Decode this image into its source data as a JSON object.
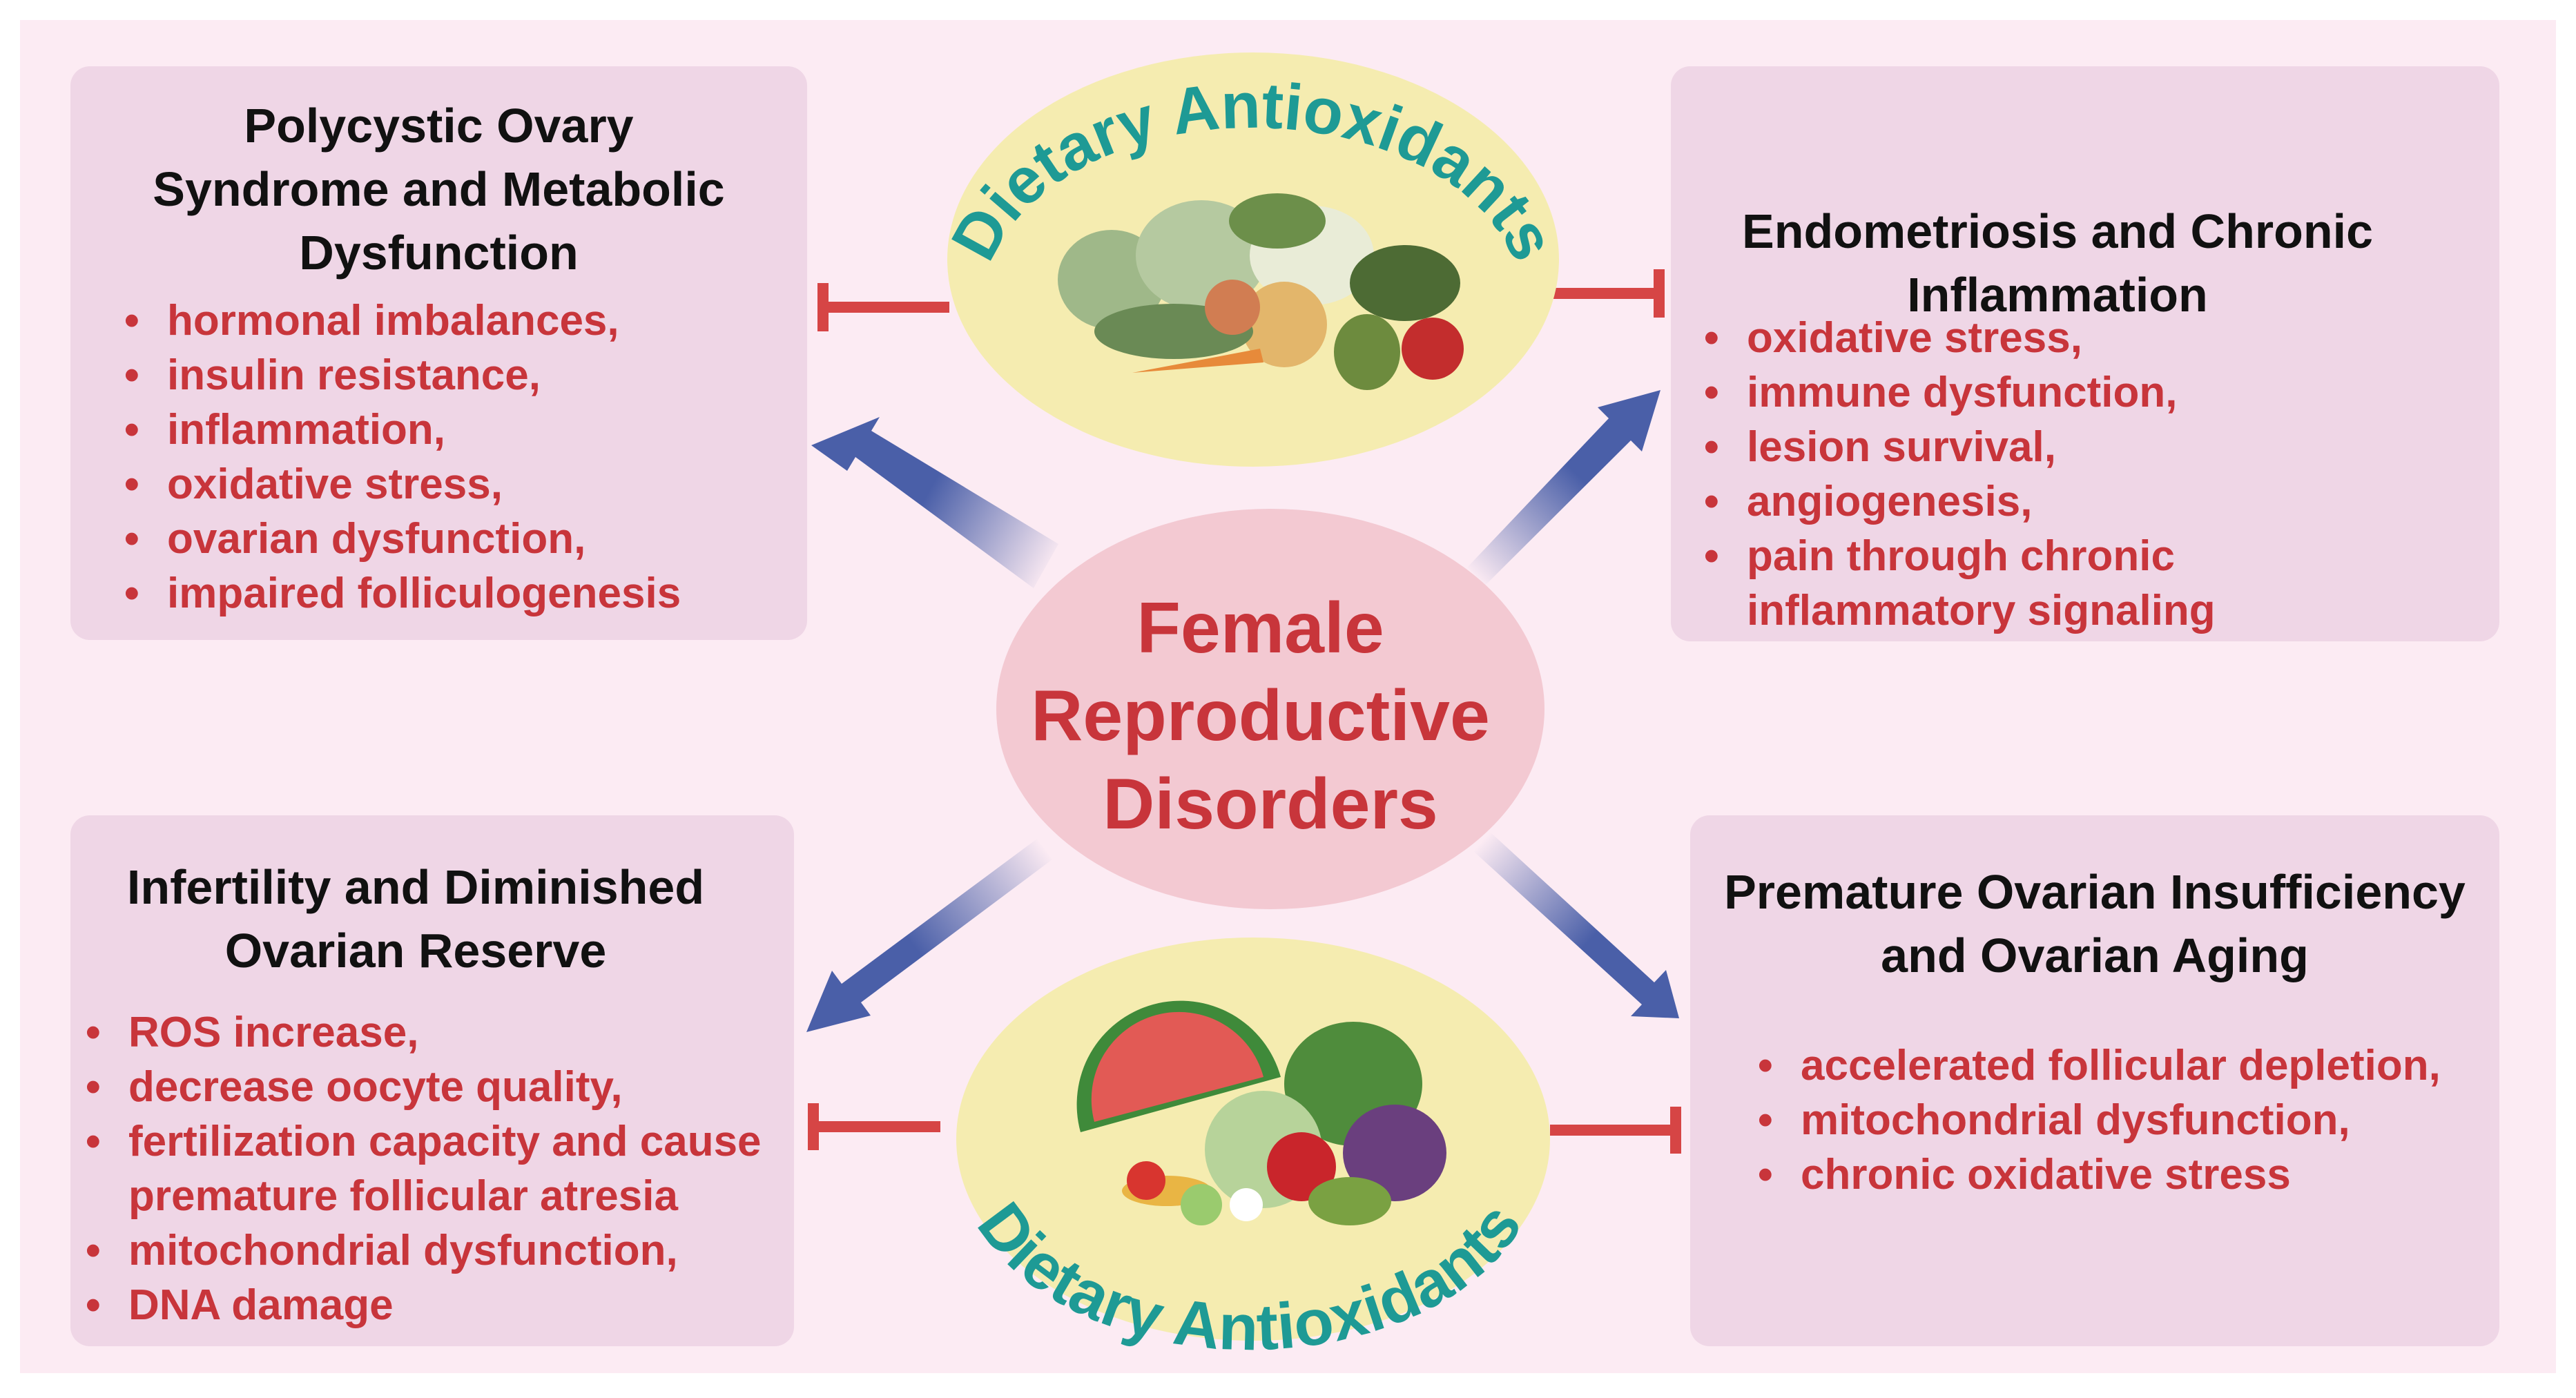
{
  "center": {
    "line1": "Female",
    "line2": "Reproductive",
    "line3": "Disorders"
  },
  "antioxidants": {
    "top_label": "Dietary Antioxidants",
    "bottom_label": "Dietary Antioxidants"
  },
  "boxes": {
    "pcos": {
      "title_lines": [
        "Polycystic Ovary",
        "Syndrome and Metabolic",
        "Dysfunction"
      ],
      "items": [
        "hormonal imbalances,",
        "insulin resistance,",
        "inflammation,",
        "oxidative stress,",
        "ovarian dysfunction,",
        "impaired folliculogenesis"
      ]
    },
    "endometriosis": {
      "title_lines": [
        "Endometriosis and Chronic",
        "Inflammation"
      ],
      "items": [
        "oxidative stress,",
        "immune dysfunction,",
        "lesion survival,",
        "angiogenesis,",
        "pain through chronic",
        "inflammatory signaling"
      ]
    },
    "infertility": {
      "title_lines": [
        "Infertility and Diminished",
        "Ovarian Reserve"
      ],
      "items": [
        "ROS increase,",
        "decrease oocyte quality,",
        "fertilization capacity and cause",
        "premature follicular atresia",
        "mitochondrial dysfunction,",
        "DNA damage"
      ]
    },
    "poi": {
      "title_lines": [
        "Premature Ovarian Insufficiency",
        "and Ovarian Aging"
      ],
      "items": [
        "accelerated follicular depletion,",
        "mitochondrial dysfunction,",
        "chronic oxidative stress"
      ]
    }
  },
  "colors": {
    "background": "#fcebf3",
    "box_fill": "#efd6e6",
    "bullet_text": "#c8353b",
    "center_fill": "#f3c9d2",
    "antioxidant_fill": "#f5ecb0",
    "antioxidant_text": "#1e9a95",
    "activation_arrow": "#4a5fa8",
    "inhibition_line": "#d64545"
  }
}
